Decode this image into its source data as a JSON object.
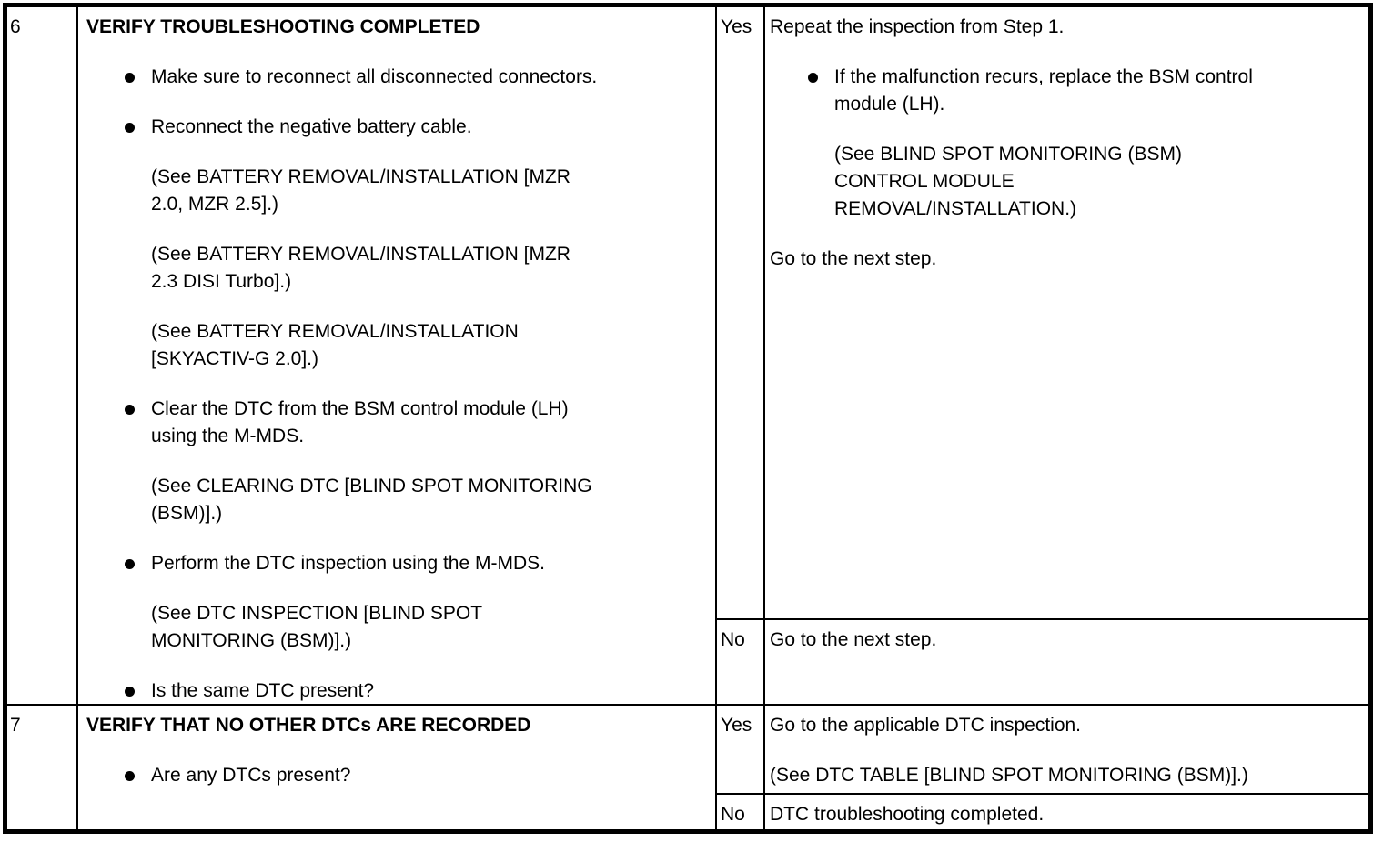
{
  "table": {
    "rows": [
      {
        "step": "6",
        "action": {
          "title": "VERIFY TROUBLESHOOTING COMPLETED",
          "items": [
            {
              "text": "Make sure to reconnect all disconnected connectors."
            },
            {
              "text": "Reconnect the negative battery cable."
            },
            {
              "text": "(See BATTERY REMOVAL/INSTALLATION [MZR\n2.0, MZR 2.5].)"
            },
            {
              "text": "(See BATTERY REMOVAL/INSTALLATION [MZR\n2.3 DISI Turbo].)"
            },
            {
              "text": "(See BATTERY REMOVAL/INSTALLATION\n[SKYACTIV-G 2.0].)"
            },
            {
              "text": "Clear the DTC from the BSM control module (LH)\nusing the M-MDS."
            },
            {
              "text": "(See CLEARING DTC [BLIND SPOT MONITORING\n(BSM)].)"
            },
            {
              "text": "Perform the DTC inspection using the M-MDS."
            },
            {
              "text": "(See DTC INSPECTION [BLIND SPOT\nMONITORING (BSM)].)"
            },
            {
              "text": "Is the same DTC present?"
            }
          ]
        },
        "yes": {
          "label": "Yes",
          "blocks": [
            {
              "text": "Repeat the inspection from Step 1."
            },
            {
              "text": "If the malfunction recurs, replace the BSM control\nmodule (LH)."
            },
            {
              "text": "(See BLIND SPOT MONITORING (BSM)\nCONTROL MODULE\nREMOVAL/INSTALLATION.)"
            },
            {
              "text": "Go to the next step."
            }
          ]
        },
        "no": {
          "label": "No",
          "text": "Go to the next step."
        }
      },
      {
        "step": "7",
        "action": {
          "title": "VERIFY THAT NO OTHER DTCs ARE RECORDED",
          "items": [
            {
              "text": "Are any DTCs present?"
            }
          ]
        },
        "yes": {
          "label": "Yes",
          "blocks": [
            {
              "text": "Go to the applicable DTC inspection."
            },
            {
              "text": "(See DTC TABLE [BLIND SPOT MONITORING (BSM)].)"
            }
          ]
        },
        "no": {
          "label": "No",
          "text": "DTC troubleshooting completed."
        }
      }
    ]
  }
}
